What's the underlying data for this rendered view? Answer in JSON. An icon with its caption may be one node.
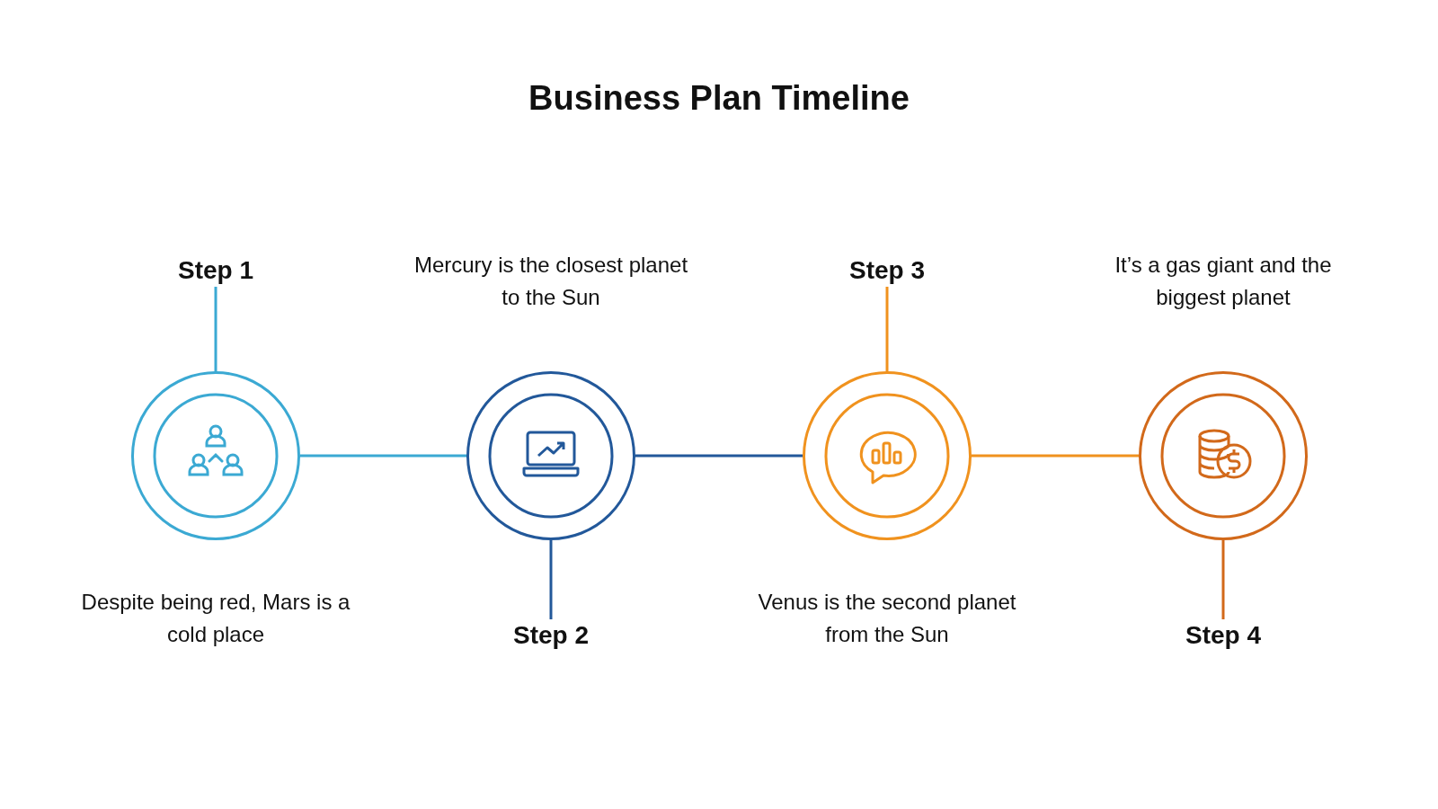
{
  "diagram": {
    "title": "Business Plan Timeline",
    "nodes": [
      {
        "text": [
          "Step 1"
        ]
      },
      {
        "text": [],
        "shape": "circle",
        "beside": [
          "Despite being red, Mars is a cold place"
        ]
      },
      {
        "text": [],
        "shape": "circle",
        "beside": [
          "Mercury is the closest planet to the Sun"
        ]
      },
      {
        "text": [
          "Step 2"
        ]
      },
      {
        "text": [
          "Step 3"
        ]
      },
      {
        "text": [],
        "shape": "circle",
        "beside": [
          "Venus is the second planet from the Sun"
        ]
      },
      {
        "text": [],
        "shape": "circle",
        "beside": [
          "It’s a gas giant and the biggest planet"
        ]
      },
      {
        "text": [
          "Step 4"
        ]
      }
    ],
    "edges": [
      {
        "from": 0,
        "to": 1,
        "arrow": "none",
        "color": "#3ba9d3"
      },
      {
        "from": 1,
        "to": 2,
        "arrow": "none",
        "color": "#3ba9d3"
      },
      {
        "from": 2,
        "to": 3,
        "arrow": "none",
        "color": "#22589a"
      },
      {
        "from": 2,
        "to": 5,
        "arrow": "none",
        "color": "#22589a"
      },
      {
        "from": 4,
        "to": 5,
        "arrow": "none",
        "color": "#f0921e"
      },
      {
        "from": 5,
        "to": 6,
        "arrow": "none",
        "color": "#f0921e"
      },
      {
        "from": 6,
        "to": 7,
        "arrow": "none",
        "color": "#d2691a"
      }
    ]
  }
}
